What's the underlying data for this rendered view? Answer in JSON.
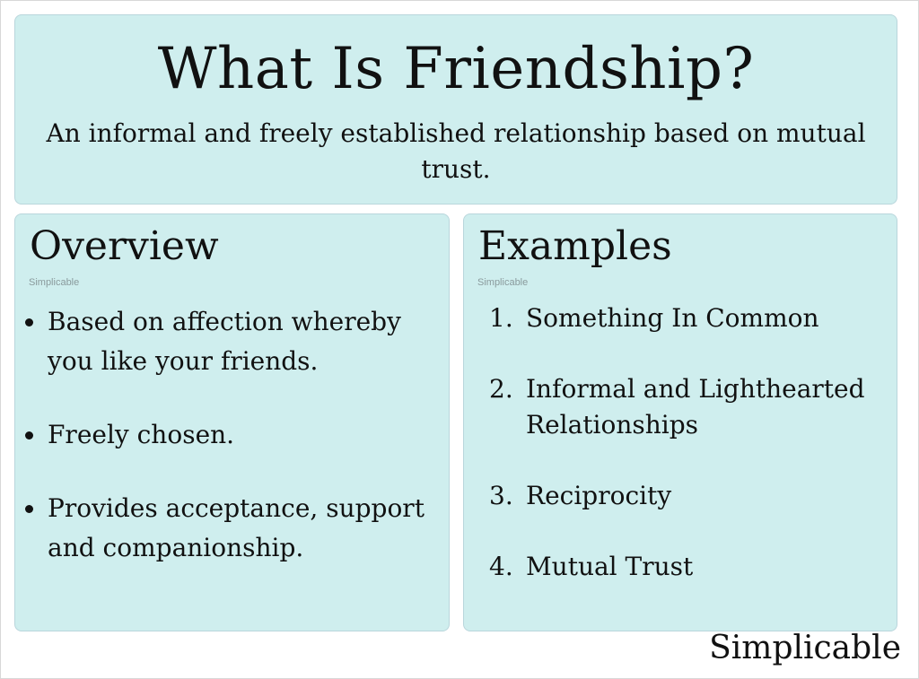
{
  "header": {
    "title": "What Is Friendship?",
    "subtitle": "An informal and freely established relationship based on mutual trust."
  },
  "overview": {
    "title": "Overview",
    "watermark": "Simplicable",
    "items": [
      "Based on affection whereby you like your friends.",
      "Freely chosen.",
      "Provides acceptance, support and companionship."
    ]
  },
  "examples": {
    "title": "Examples",
    "watermark": "Simplicable",
    "items": [
      {
        "num": "1.",
        "text": "Something In Common"
      },
      {
        "num": "2.",
        "text": "Informal and Lighthearted Relationships"
      },
      {
        "num": "3.",
        "text": "Reciprocity"
      },
      {
        "num": "4.",
        "text": "Mutual Trust"
      }
    ]
  },
  "brand": "Simplicable",
  "colors": {
    "panel_background": "#cfeeee",
    "panel_border": "#b9d6dc",
    "text": "#111111"
  }
}
